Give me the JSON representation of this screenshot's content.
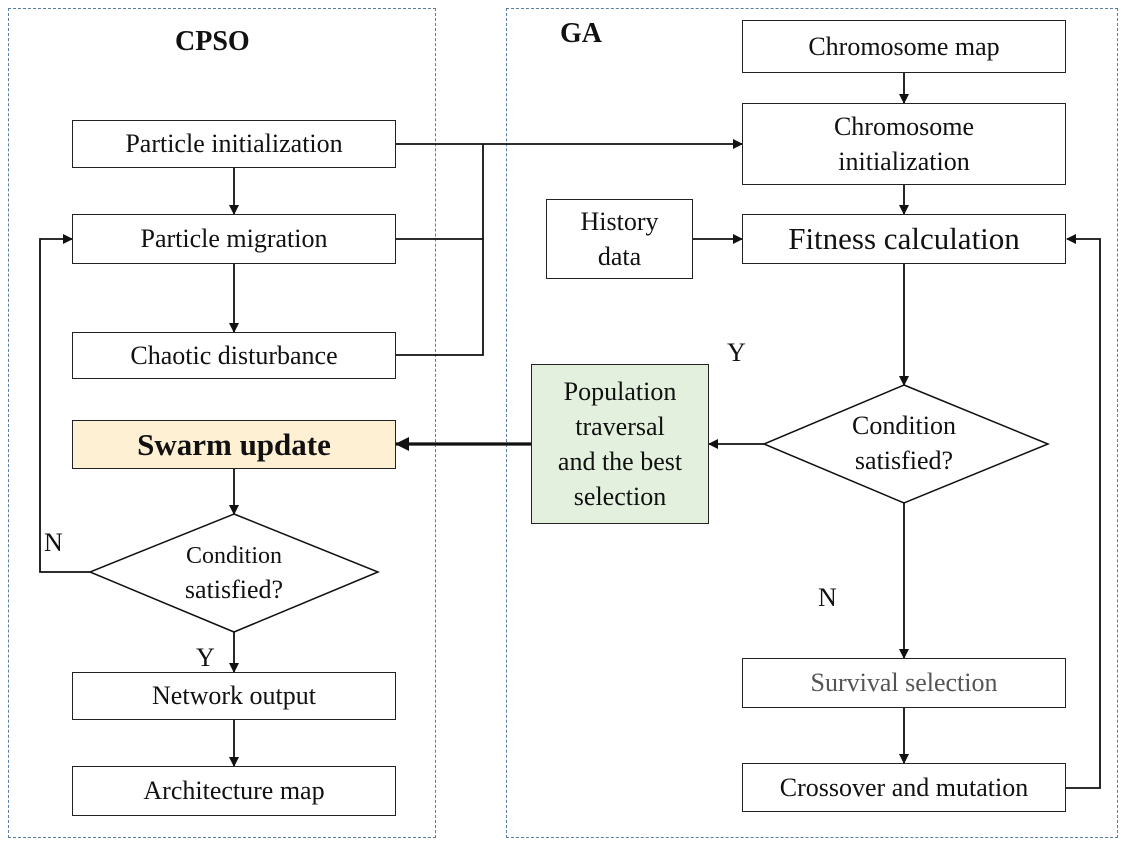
{
  "cpso": {
    "title": "CPSO",
    "particle_init": "Particle initialization",
    "particle_migration": "Particle migration",
    "chaotic_disturbance": "Chaotic disturbance",
    "swarm_update": "Swarm update",
    "condition": [
      "Condition",
      "satisfied?"
    ],
    "label_n": "N",
    "label_y": "Y",
    "network_output": "Network output",
    "architecture_map": "Architecture map"
  },
  "ga": {
    "title": "GA",
    "chromosome_map": "Chromosome map",
    "chromosome_init": [
      "Chromosome",
      "initialization"
    ],
    "history_data": [
      "History",
      "data"
    ],
    "fitness_calc": "Fitness calculation",
    "label_y": "Y",
    "population": [
      "Population",
      "traversal",
      "and the best",
      "selection"
    ],
    "condition": [
      "Condition",
      "satisfied?"
    ],
    "label_n": "N",
    "survival_selection": "Survival selection",
    "crossover_mutation": "Crossover and mutation"
  },
  "colors": {
    "panel_border": "#5b7fa3",
    "swarm_fill": "#fdf0d3",
    "population_fill": "#e3f0de",
    "line": "#111111"
  }
}
